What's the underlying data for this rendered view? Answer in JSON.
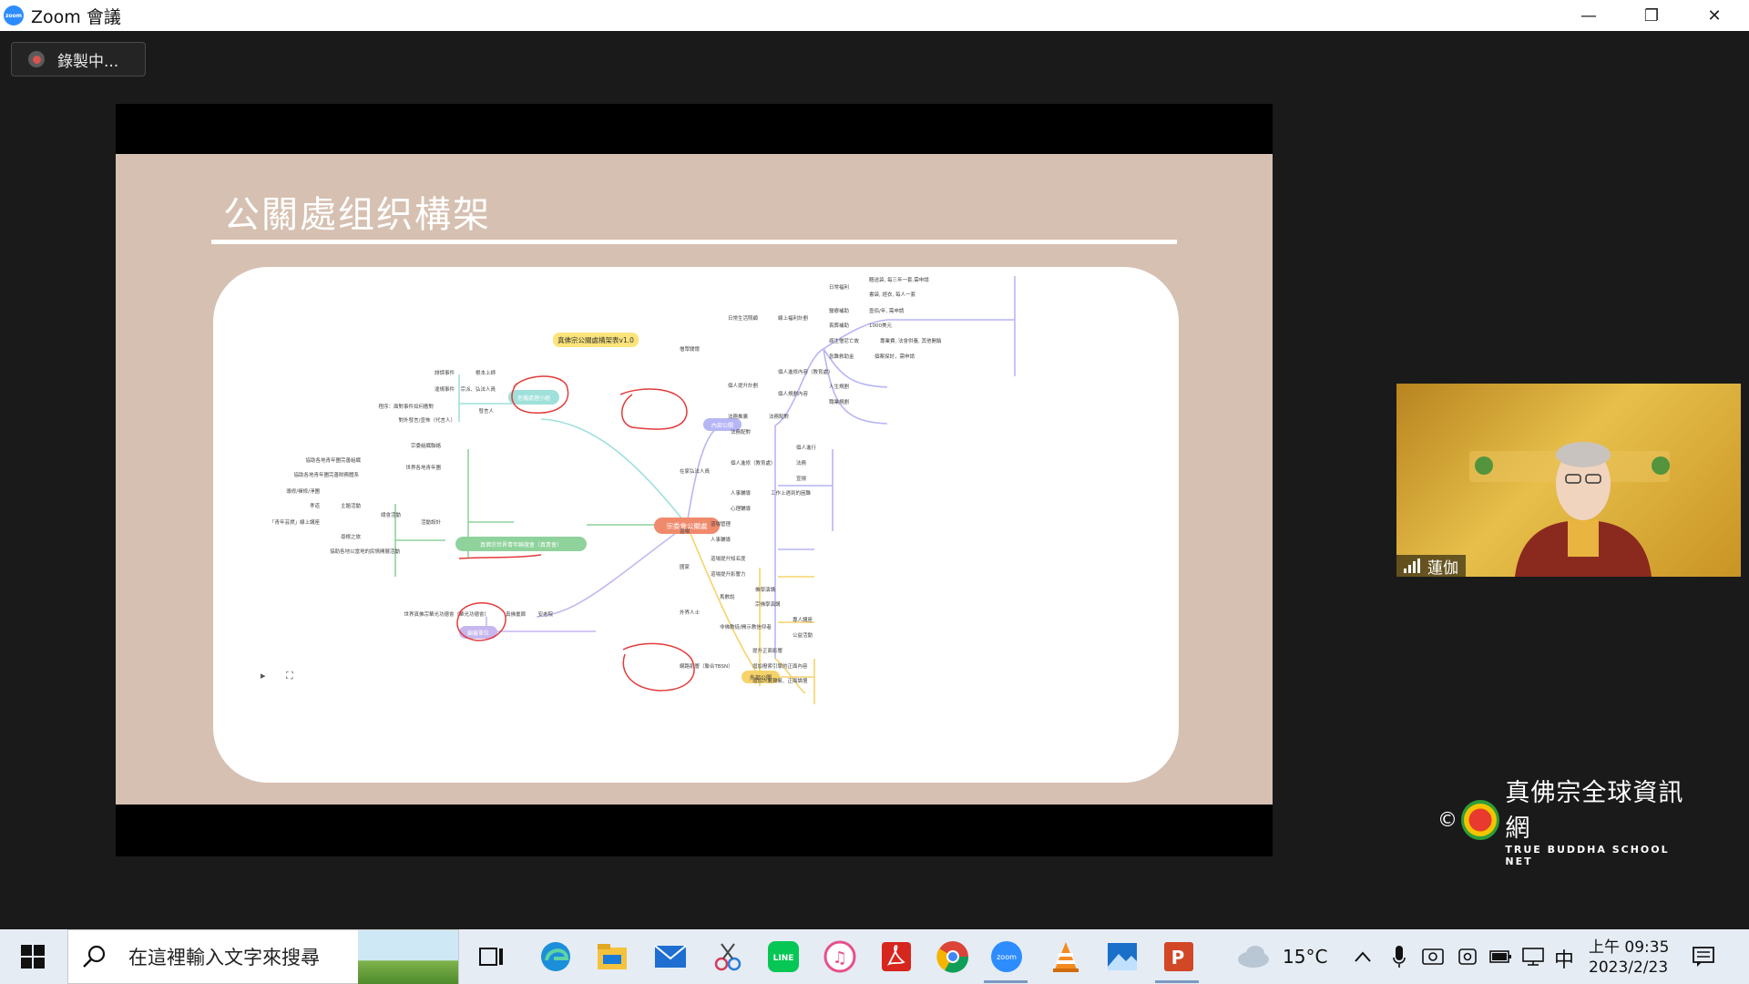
{
  "window": {
    "logo_text": "zoom",
    "title": "Zoom 會議",
    "minimize_glyph": "—",
    "restore_glyph": "❐",
    "close_glyph": "✕"
  },
  "recording": {
    "label": "錄製中..."
  },
  "slide": {
    "title": "公關處组织構架",
    "mindmap": {
      "header": "真佛宗公關處構架表v1.0",
      "root": "宗委會公關處",
      "left": {
        "crisis": {
          "label": "危機處理小組",
          "items": [
            "誹謗事件",
            "違規事件",
            "程序：面對事件如何應對",
            "對外發言/宣佈（代言人）"
          ],
          "sub": [
            "根本上師",
            "宗派、弘法人員",
            "發言人"
          ]
        },
        "youth": {
          "label": "真佛宗世界青年聯誼會（真青會）",
          "items": [
            "宗委組織聯絡",
            "協助各地青年團完善組織",
            "協助各地青年團完善財務體系",
            "世界各地青年團",
            "活動設計",
            "總會活動",
            "主題活動",
            "導修/禪修/淨團",
            "孝道",
            "「青年芸燃」線上講座",
            "尋根之旅",
            "協助各地以當地的民情開展活動"
          ]
        },
        "editor": {
          "label": "編審單位",
          "items": [
            "世界真佛宗華光功德會（華光功德會）",
            "真佛畫廊",
            "安老院"
          ]
        }
      },
      "right": {
        "internal": {
          "label": "內部公關",
          "items": [
            "僧眾關懷",
            "日常生活照顧",
            "線上福利計劃",
            "日常福利",
            "贈送袋, 每三年一套,需申請",
            "書袋, 經衣, 每人一套",
            "醫療補助",
            "壹佰/年, 需申請",
            "喪葬補助",
            "1000美元",
            "病生僧尼亡故",
            "專業費, 法會供養, 其他開銷",
            "急難救助金",
            "個案探討，需申請",
            "個人提升計劃",
            "個人進修內容（教育處）",
            "個人規劃內容",
            "人生規劃",
            "職業規劃",
            "法務推廣",
            "法務配對",
            "在家弘法人員",
            "法務配對",
            "個人進修（教育處）",
            "個人進行",
            "法務",
            "宣揚",
            "人事輔導",
            "工作上遇到的困難",
            "心理輔導",
            "道場",
            "道場管理",
            "人事輔導"
          ]
        },
        "external": {
          "label": "外部公關",
          "items": [
            "國家",
            "道場提升知名度",
            "道場提升影響力",
            "外界人士",
            "馬數說",
            "佛學演講",
            "宗佛學演講",
            "非佛教徒/開示教信仰者",
            "專人講座",
            "公益活動",
            "網路影響（聯合TBSN）",
            "提升正面影響",
            "增加撥索引擎的正面內容",
            "增加人氣聲氣、正面論壇"
          ]
        }
      }
    }
  },
  "participant": {
    "name": "蓮伽"
  },
  "watermark": {
    "copyright": "©",
    "name_cn": "真佛宗全球資訊網",
    "name_en": "TRUE BUDDHA SCHOOL NET"
  },
  "taskbar": {
    "search_placeholder": "在這裡輸入文字來搜尋",
    "weather": "15°C",
    "ime": "中",
    "time": "上午 09:35",
    "date": "2023/2/23",
    "apps": [
      "task-view",
      "edge",
      "file-explorer",
      "mail",
      "snip",
      "line",
      "itunes",
      "acrobat",
      "chrome",
      "zoom",
      "vlc",
      "photos",
      "powerpoint"
    ]
  },
  "colors": {
    "slide_bg": "#d6c0b1",
    "zoom_blue": "#2d8cff",
    "root_node": "#f08a6c",
    "internal_node": "#b7b6f5",
    "external_node": "#f6d36a",
    "crisis_node": "#9fe0da",
    "youth_node": "#8fd29c",
    "annotation_red": "#e23b3b"
  }
}
